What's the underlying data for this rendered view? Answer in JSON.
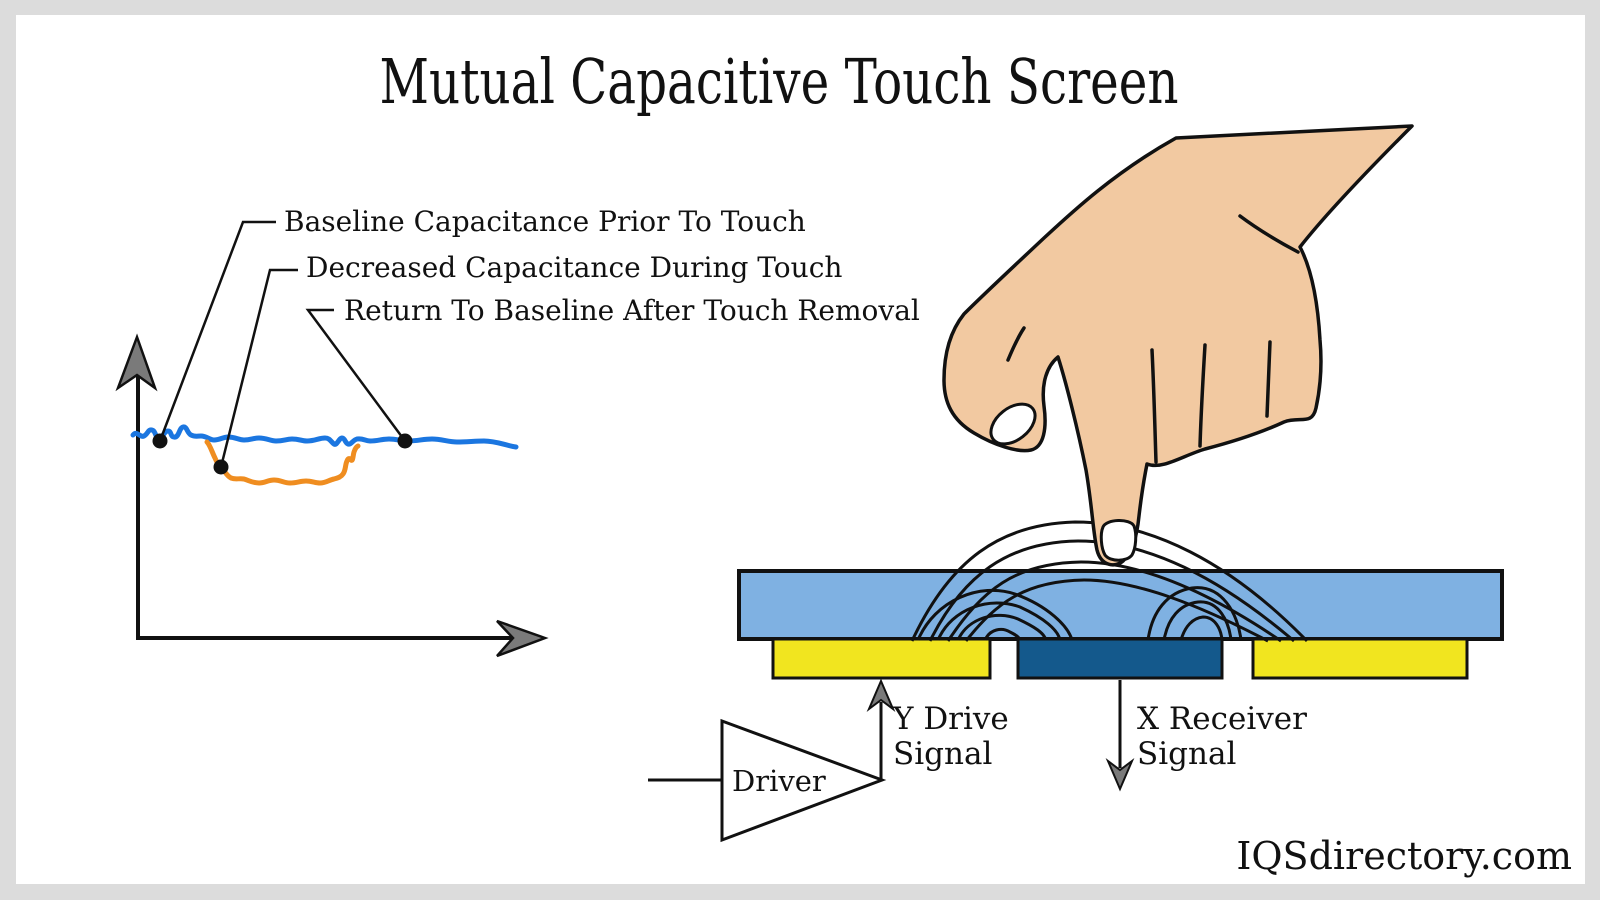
{
  "title": "Mutual Capacitive Touch Screen",
  "watermark": "IQSdirectory.com",
  "graph": {
    "label_baseline": "Baseline Capacitance Prior To Touch",
    "label_decreased": "Decreased Capacitance During Touch",
    "label_return": "Return To Baseline After Touch Removal",
    "baseline_color": "#1b76e0",
    "touch_color": "#ef8d20"
  },
  "circuit": {
    "driver_label": "Driver",
    "y_drive_line1": "Y Drive",
    "y_drive_line2": "Signal",
    "x_receiver_line1": "X Receiver",
    "x_receiver_line2": "Signal"
  },
  "colors": {
    "panel_blue": "#7fb1e2",
    "electrode_yellow": "#f1e51f",
    "electrode_dark_blue": "#14598c",
    "skin": "#f2c9a1",
    "frame_gray": "#dcdcdc",
    "arrow_gray": "#7a7a7a"
  }
}
